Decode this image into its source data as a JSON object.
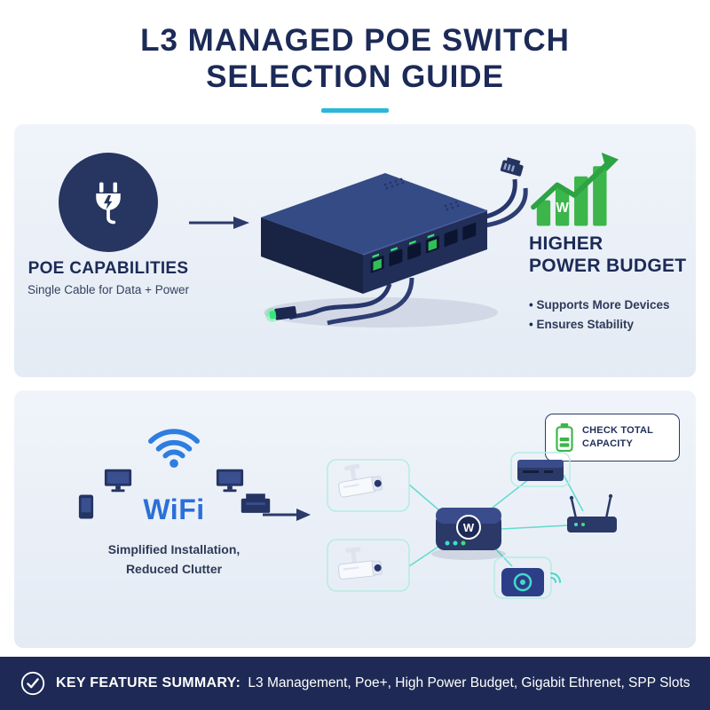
{
  "title": {
    "line1": "L3 MANAGED POE SWITCH",
    "line2": "SELECTION GUIDE"
  },
  "poe_section": {
    "heading": "POE CAPABILITIES",
    "subheading": "Single Cable for Data + Power",
    "benefit_line1": "HIGHER",
    "benefit_line2": "POWER BUDGET",
    "bullets": [
      "Supports More Devices",
      "Ensures Stability"
    ],
    "chart_letter": "W"
  },
  "wifi_section": {
    "wifi_label": "WiFi",
    "caption_line1": "Simplified Installation,",
    "caption_line2": "Reduced Clutter",
    "badge_line1": "CHECK TOTAL",
    "badge_line2": "CAPACITY",
    "hub_letter": "W"
  },
  "footer": {
    "heading": "KEY FEATURE SUMMARY:",
    "items": "L3 Management, Poe+, High Power Budget, Gigabit Ethrenet, SPP Slots"
  },
  "colors": {
    "navy": "#1e2a55",
    "cyan_accent": "#2ab7d9",
    "green": "#3cb54a",
    "teal": "#4ed9c8",
    "wifi_blue": "#2b6fd8"
  },
  "icons": {
    "plug": "power-plug-icon",
    "growth_chart": "growth-chart-icon",
    "wifi": "wifi-icon",
    "battery": "battery-icon",
    "checkmark": "checkmark-icon",
    "arrow_right": "arrow-right-icon"
  }
}
